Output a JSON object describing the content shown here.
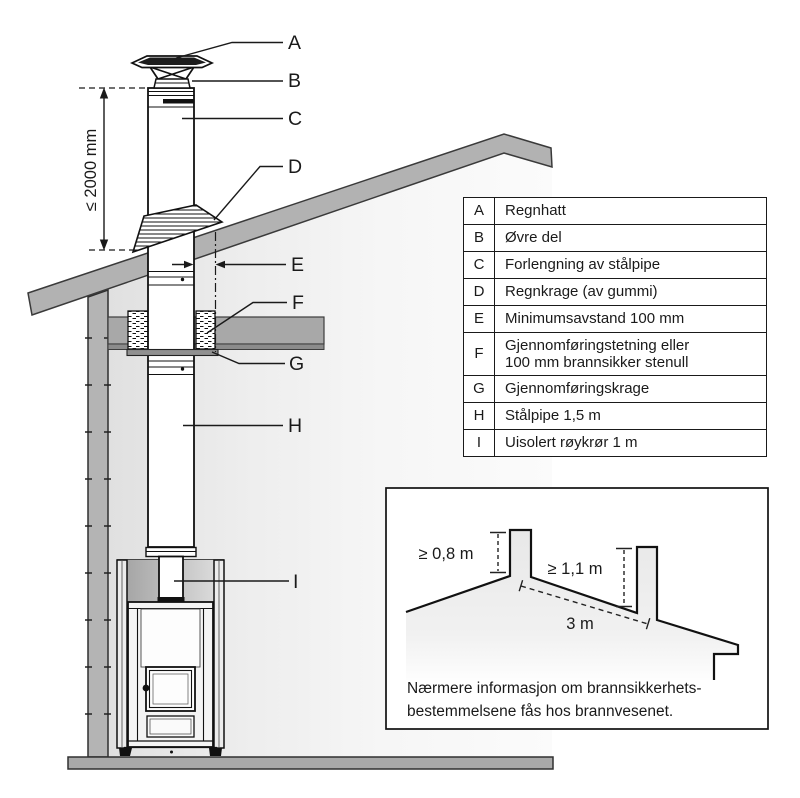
{
  "diagram": {
    "dim_height_label": "≤ 2000 mm",
    "labels": {
      "a": "A",
      "b": "B",
      "c": "C",
      "d": "D",
      "e": "E",
      "f": "F",
      "g": "G",
      "h": "H",
      "i": "I"
    }
  },
  "legend": {
    "rows": [
      {
        "key": "A",
        "desc": "Regnhatt"
      },
      {
        "key": "B",
        "desc": "Øvre del"
      },
      {
        "key": "C",
        "desc": "Forlengning av stålpipe"
      },
      {
        "key": "D",
        "desc": "Regnkrage (av gummi)"
      },
      {
        "key": "E",
        "desc": "Minimumsavstand 100 mm"
      },
      {
        "key": "F",
        "desc": "Gjennomføringstetning eller",
        "desc_line2": "100 mm brannsikker stenull"
      },
      {
        "key": "G",
        "desc": "Gjennomføringskrage"
      },
      {
        "key": "H",
        "desc": "Stålpipe 1,5 m"
      },
      {
        "key": "I",
        "desc": "Uisolert røykrør 1 m"
      }
    ]
  },
  "inset": {
    "dim_ridge_clearance": "≥ 0,8 m",
    "dim_vertical_clearance": "≥ 1,1 m",
    "dim_horizontal_distance": "3 m",
    "caption_line1": "Nærmere informasjon om brannsikkerhets-",
    "caption_line2": "bestemmelsene fås hos brannvesenet."
  },
  "colors": {
    "roof_gray": "#b2b2b2",
    "wall_gray": "#b4b4b4",
    "floor_gray": "#a9a9a9",
    "outline": "#1a1a1a"
  }
}
